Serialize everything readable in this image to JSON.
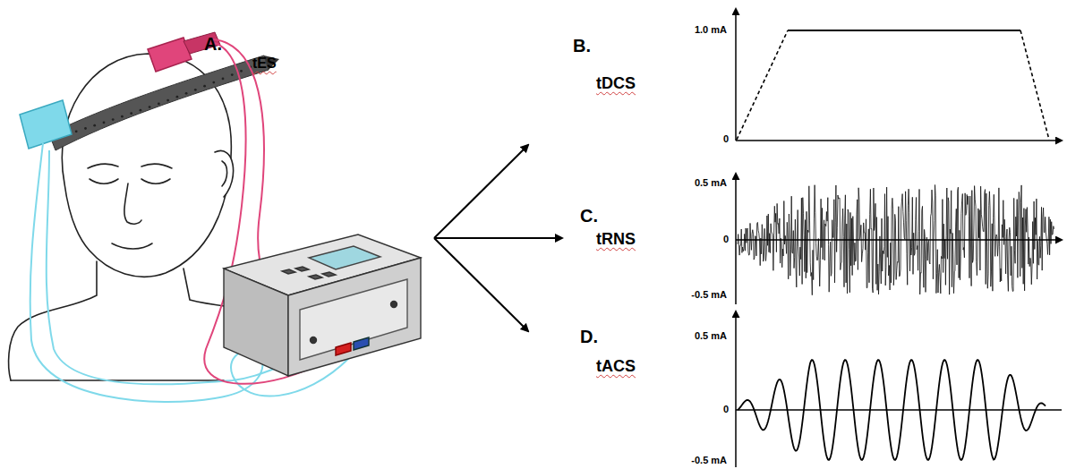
{
  "diagram": {
    "labels": [
      "A.",
      "tES",
      "B.",
      "tDCS",
      "1.0 mA",
      "0",
      "C.",
      "tRNS",
      "0.5 mA",
      "0",
      "-0.5 mA",
      "D.",
      "tACS",
      "0.5 mA",
      "0",
      "-0.5 mA"
    ]
  }
}
